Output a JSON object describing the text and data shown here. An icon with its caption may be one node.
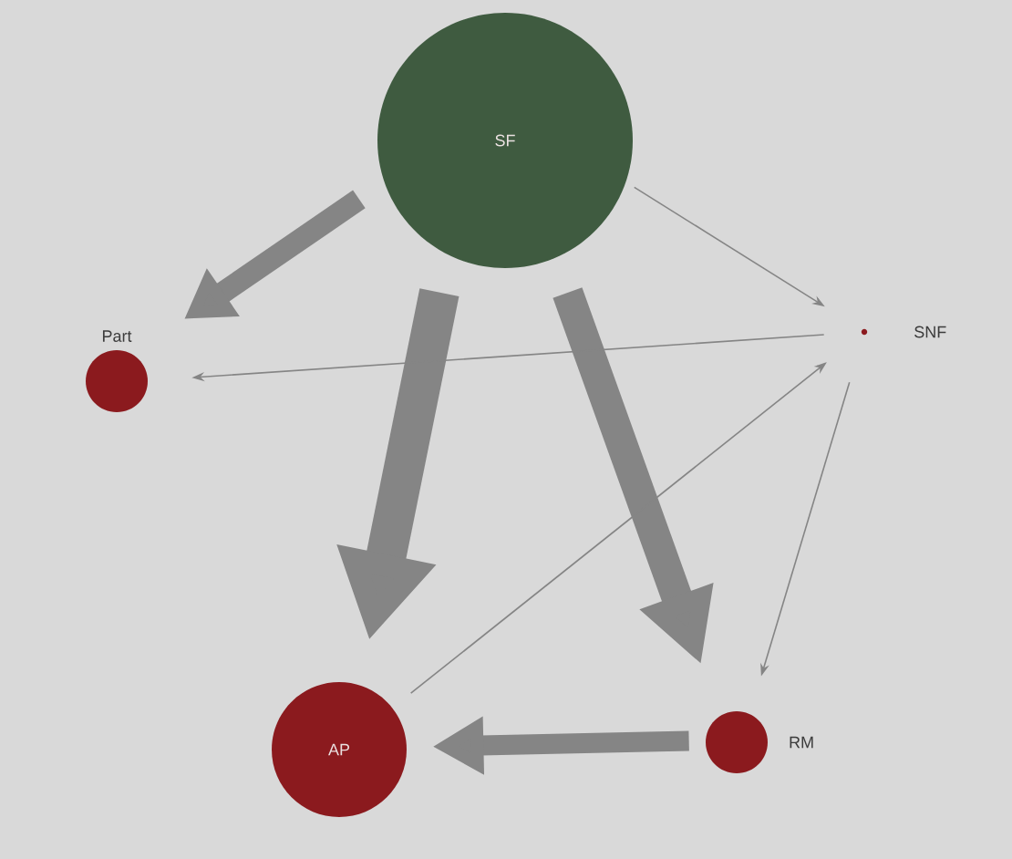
{
  "diagram": {
    "nodes": [
      {
        "text": [
          "SF"
        ]
      },
      {
        "text": [
          "Part"
        ]
      },
      {
        "text": [
          "SNF"
        ]
      },
      {
        "text": [
          "AP"
        ]
      },
      {
        "text": [
          "RM"
        ]
      }
    ],
    "edges": [
      {
        "from": 0,
        "to": 1,
        "arrow": "to",
        "style": "thick"
      },
      {
        "from": 0,
        "to": 3,
        "arrow": "to",
        "style": "thick"
      },
      {
        "from": 0,
        "to": 4,
        "arrow": "to",
        "style": "thick"
      },
      {
        "from": 0,
        "to": 2,
        "arrow": "to"
      },
      {
        "from": 2,
        "to": 1,
        "arrow": "to"
      },
      {
        "from": 3,
        "to": 2,
        "arrow": "to"
      },
      {
        "from": 2,
        "to": 4,
        "arrow": "to"
      },
      {
        "from": 4,
        "to": 3,
        "arrow": "to",
        "style": "thick"
      }
    ]
  }
}
